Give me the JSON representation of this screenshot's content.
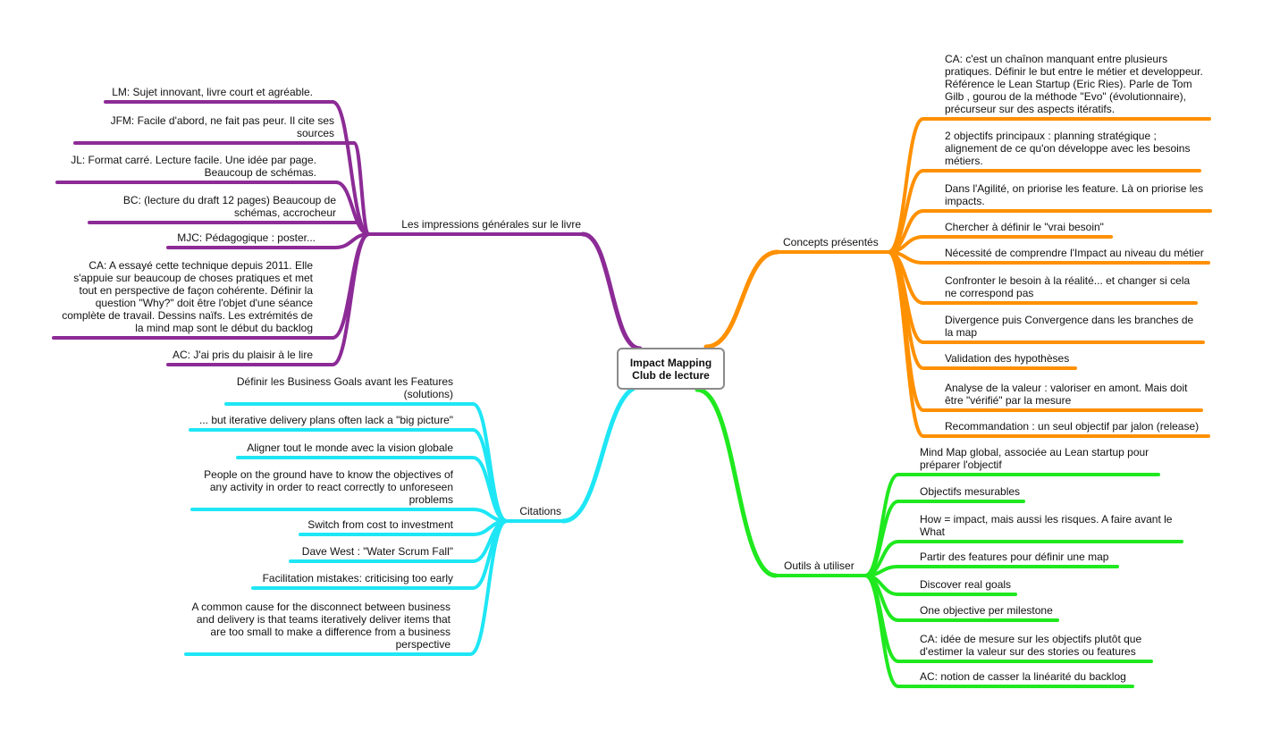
{
  "center": "Impact Mapping\nClub de lecture",
  "colors": {
    "purple": "#8c2b96",
    "orange": "#ff9000",
    "cyan": "#1ee6f5",
    "green": "#1fe81f",
    "text": "#111111",
    "border": "#8a8a8a"
  },
  "branches": {
    "impressions": {
      "label": "Les impressions générales sur le livre",
      "items": [
        "LM: Sujet innovant, livre court et agréable.",
        "JFM: Facile d'abord, ne fait pas peur. Il cite ses\nsources",
        "JL: Format carré. Lecture facile. Une idée par page.\nBeaucoup de schémas.",
        "BC: (lecture du draft 12 pages) Beaucoup de\nschémas, accrocheur",
        "MJC: Pédagogique : poster...",
        "CA: A essayé cette technique depuis 2011. Elle\ns'appuie sur beaucoup de choses pratiques et met\ntout en perspective de façon cohérente. Définir la\nquestion \"Why?\" doit être l'objet d'une séance\ncomplète de travail. Dessins naïfs. Les extrémités de\nla mind map sont le début du backlog",
        "AC: J'ai pris du plaisir à le lire"
      ]
    },
    "citations": {
      "label": "Citations",
      "items": [
        "Définir les Business Goals avant les Features\n(solutions)",
        "... but iterative delivery plans often lack a \"big picture\"",
        "Aligner tout le monde avec la vision globale",
        "People on the ground have to know the objectives of\nany activity in order to react correctly to unforeseen\nproblems",
        "Switch from cost to investment",
        "Dave West : \"Water Scrum Fall\"",
        "Facilitation mistakes: criticising too early",
        "A common cause for the disconnect between business\nand delivery is that teams iteratively deliver items that\nare too small to make a difference from a business\nperspective"
      ]
    },
    "concepts": {
      "label": "Concepts présentés",
      "items": [
        "CA: c'est un chaînon manquant entre plusieurs\npratiques. Définir le but entre le métier et developpeur.\nRéférence le Lean Startup (Eric Ries). Parle de Tom\nGilb , gourou de la méthode \"Evo\" (évolutionnaire),\nprécurseur sur des aspects itératifs.",
        "2 objectifs principaux : planning stratégique ;\nalignement de ce qu'on développe avec les besoins\nmétiers.",
        "Dans l'Agilité, on priorise les feature. Là on priorise les\nimpacts.",
        "Chercher à définir le \"vrai besoin\"",
        "Nécessité de comprendre l'Impact au niveau du métier",
        "Confronter le besoin à la réalité... et changer si cela\nne correspond pas",
        "Divergence puis Convergence dans les branches de\nla map",
        "Validation des hypothèses",
        "Analyse de la valeur : valoriser en amont. Mais doit\nêtre \"vérifié\" par la mesure",
        "Recommandation :  un seul objectif par jalon (release)"
      ]
    },
    "outils": {
      "label": "Outils à utiliser",
      "items": [
        "Mind Map global, associée au Lean startup pour\npréparer l'objectif",
        "Objectifs mesurables",
        "How = impact, mais aussi les risques. A faire avant le\nWhat",
        "Partir des features pour définir une map",
        "Discover real goals",
        "One objective per milestone",
        "CA: idée de mesure sur les objectifs plutôt que\nd'estimer la valeur sur des stories ou features",
        "AC: notion de casser la linéarité du backlog"
      ]
    }
  }
}
